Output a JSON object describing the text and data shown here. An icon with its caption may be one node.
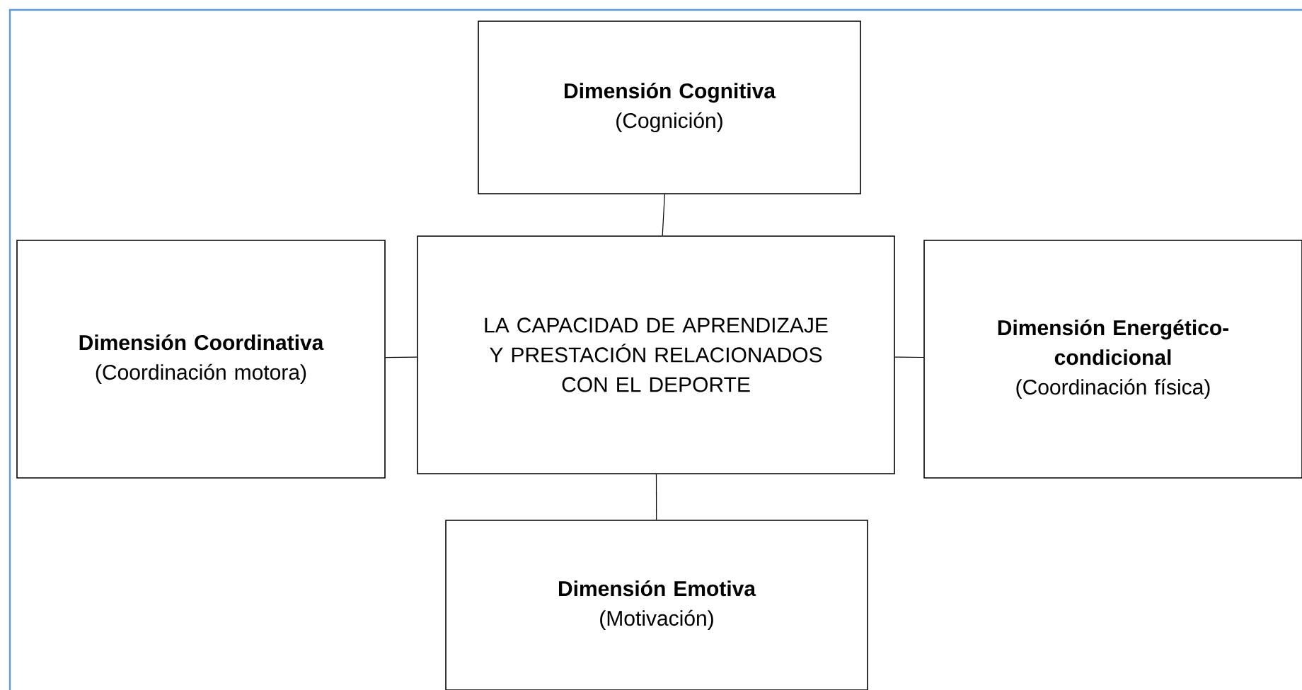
{
  "diagram": {
    "nodes": [
      {
        "text": [
          "Dimensión Cognitiva",
          "(Cognición)"
        ]
      },
      {
        "text": [
          "Dimensión Coordinativa",
          "(Coordinación motora)"
        ]
      },
      {
        "text": [
          "LA CAPACIDAD DE APRENDIZAJE Y PRESTACIÓN RELACIONADOS CON EL DEPORTE"
        ]
      },
      {
        "text": [
          "Dimensión Energético-condicional",
          "(Coordinación física)"
        ]
      },
      {
        "text": [
          "Dimensión Emotiva",
          "(Motivación)"
        ]
      }
    ],
    "edges": [
      {
        "from": 2,
        "to": 0,
        "arrow": "none"
      },
      {
        "from": 2,
        "to": 1,
        "arrow": "none"
      },
      {
        "from": 2,
        "to": 3,
        "arrow": "none"
      },
      {
        "from": 2,
        "to": 4,
        "arrow": "none"
      }
    ]
  }
}
